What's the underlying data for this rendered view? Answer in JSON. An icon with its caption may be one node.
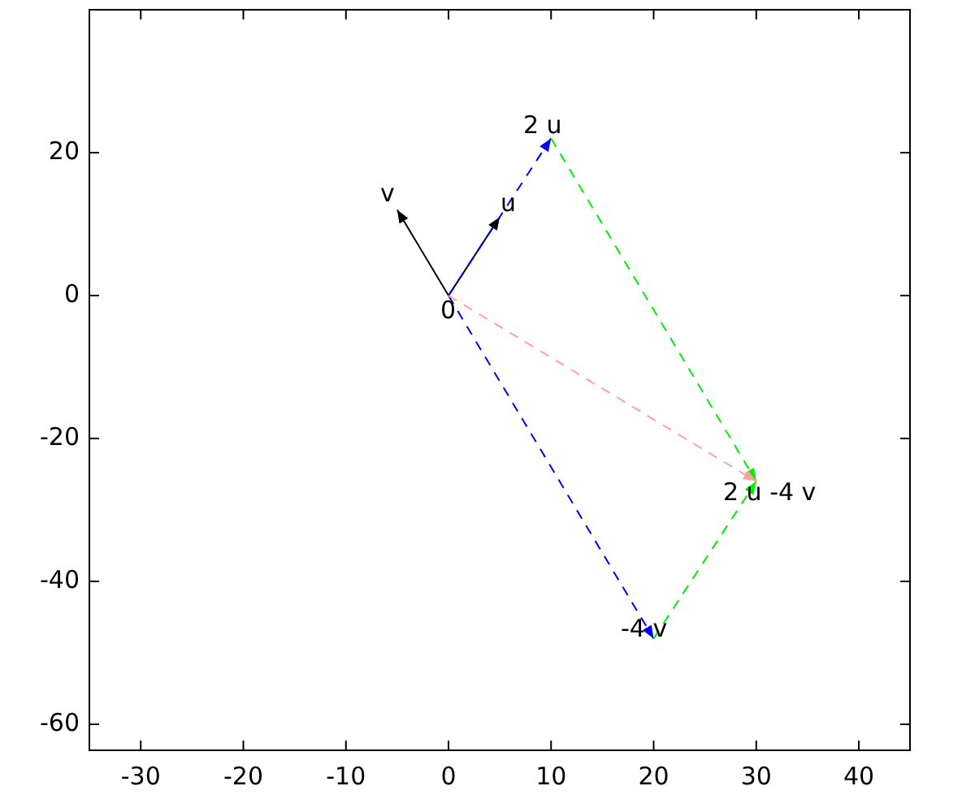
{
  "diagram": {
    "nodes": [
      {
        "text": [
          "0"
        ]
      },
      {
        "text": [
          "v"
        ]
      },
      {
        "text": [
          "u"
        ]
      },
      {
        "text": [
          "2 u"
        ]
      },
      {
        "text": [
          "-4 v"
        ]
      },
      {
        "text": [
          "2 u -4 v"
        ]
      }
    ],
    "edges": [
      {
        "from": 0,
        "to": 1,
        "arrow": "to"
      },
      {
        "from": 0,
        "to": 2,
        "arrow": "to"
      },
      {
        "from": 0,
        "to": 3,
        "arrow": "to",
        "style": "dashed",
        "color": "#0000ff"
      },
      {
        "from": 0,
        "to": 4,
        "arrow": "to",
        "style": "dashed",
        "color": "#0000ff"
      },
      {
        "from": 3,
        "to": 5,
        "arrow": "to",
        "style": "dashed",
        "color": "#00ee00"
      },
      {
        "from": 4,
        "to": 5,
        "arrow": "to",
        "style": "dashed",
        "color": "#00ee00"
      },
      {
        "from": 0,
        "to": 5,
        "arrow": "to",
        "style": "dashed",
        "color": "#ffa0a0"
      }
    ],
    "labels": [
      "20",
      "0",
      "-20",
      "-40",
      "-60",
      "-30",
      "-20",
      "-10",
      "0",
      "10",
      "20",
      "30",
      "40"
    ]
  }
}
